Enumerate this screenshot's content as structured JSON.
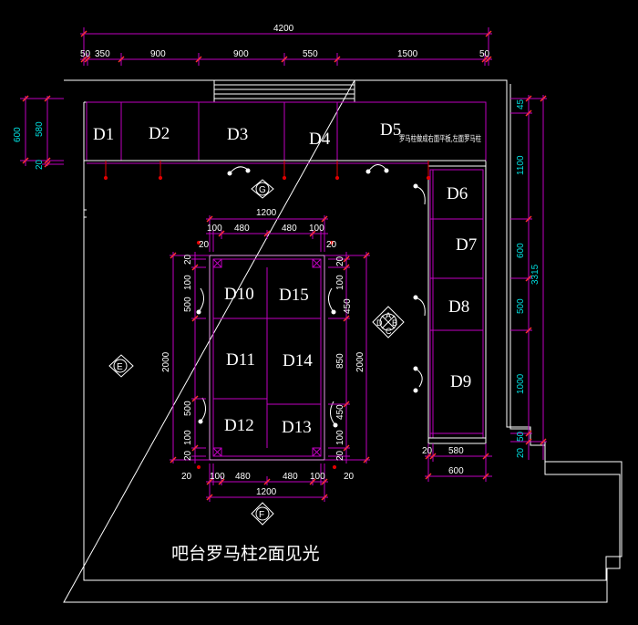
{
  "drawing": {
    "caption": "吧台罗马柱2面见光",
    "note_d5": "罗马柱做成右面平板,左面罗马柱",
    "colors": {
      "background": "#000000",
      "wall": "#ffffff",
      "cabinet": "#c000c0",
      "dimension": "#00e0e0",
      "marker": "#e00000",
      "text": "#ffffff"
    }
  },
  "cabinets": {
    "d1": "D1",
    "d2": "D2",
    "d3": "D3",
    "d4": "D4",
    "d5": "D5",
    "d6": "D6",
    "d7": "D7",
    "d8": "D8",
    "d9": "D9",
    "d10": "D10",
    "d11": "D11",
    "d12": "D12",
    "d13": "D13",
    "d14": "D14",
    "d15": "D15"
  },
  "top_dims": {
    "total": "4200",
    "s1": "50",
    "s2": "350",
    "s3": "900",
    "s4": "900",
    "s5": "550",
    "s6": "1500",
    "s7": "50"
  },
  "left_dims": {
    "a": "600",
    "b": "580",
    "c": "20"
  },
  "right_dims": {
    "total": "3315",
    "a": "45",
    "b": "1100",
    "c": "600",
    "d": "500",
    "e": "1000",
    "f": "50",
    "g": "20"
  },
  "bottom_right_dims": {
    "a": "20",
    "b": "580",
    "c": "600"
  },
  "island_dims": {
    "width": "1200",
    "t1": "100",
    "t2": "480",
    "t3": "480",
    "t4": "100",
    "t5": "20",
    "t6": "20",
    "b1": "20",
    "b2": "100",
    "b3": "480",
    "b4": "480",
    "b5": "100",
    "b6": "20",
    "bottom_width": "1200",
    "left_total": "2000",
    "l1": "20",
    "l2": "100",
    "l3": "500",
    "l4": "500",
    "l5": "100",
    "l6": "20",
    "right_total": "2000",
    "r1": "20",
    "r2": "100",
    "r3": "450",
    "r4": "850",
    "r5": "450",
    "r6": "100",
    "r7": "20"
  },
  "markers": {
    "g": "G",
    "e": "E",
    "f": "F",
    "a": "A",
    "b": "B",
    "c": "C",
    "d": "D"
  }
}
